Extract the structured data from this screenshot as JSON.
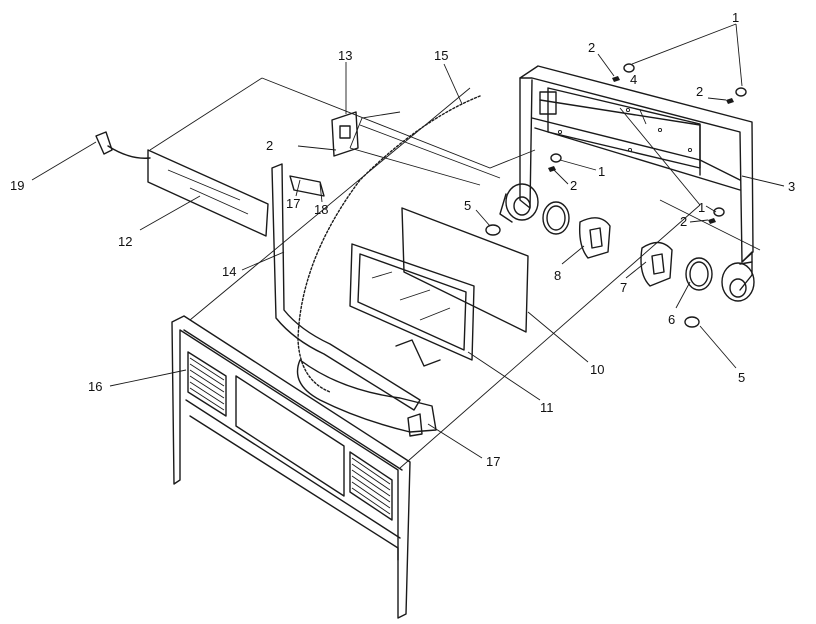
{
  "callouts": {
    "c1a": "1",
    "c1b": "1",
    "c1c": "1",
    "c2a": "2",
    "c2b": "2",
    "c2c": "2",
    "c2d": "2",
    "c2e": "2",
    "c3": "3",
    "c4": "4",
    "c5a": "5",
    "c5b": "5",
    "c6": "6",
    "c7": "7",
    "c8": "8",
    "c10": "10",
    "c11": "11",
    "c12": "12",
    "c13": "13",
    "c14": "14",
    "c15": "15",
    "c16": "16",
    "c17a": "17",
    "c17b": "17",
    "c18": "18",
    "c19": "19"
  }
}
